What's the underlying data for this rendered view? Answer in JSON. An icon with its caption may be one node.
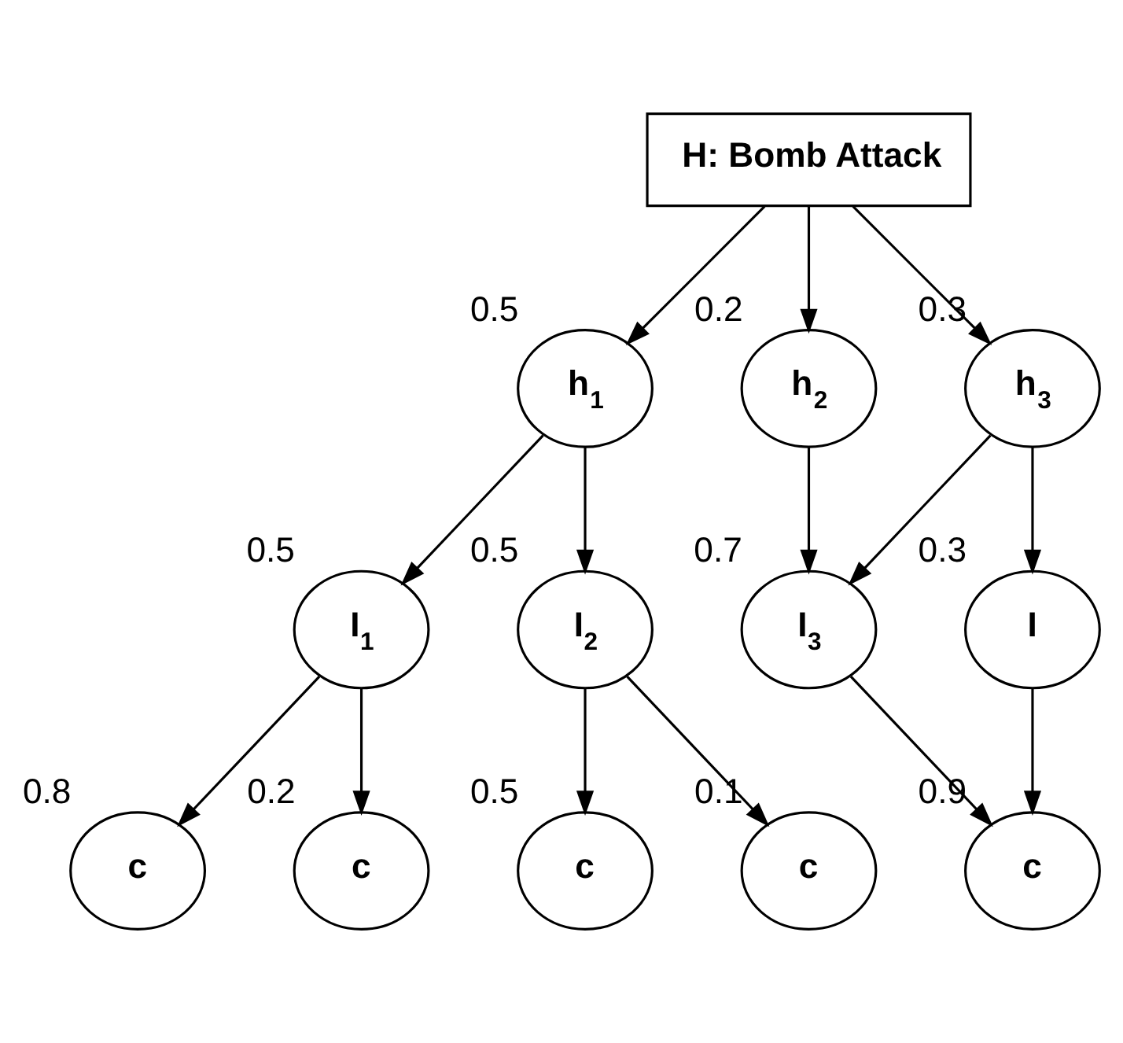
{
  "diagram": {
    "nodes": [
      {
        "text": [
          "H: Bomb Attack"
        ]
      },
      {
        "text": [
          "h$_{1}$"
        ],
        "beside": [
          "0.5"
        ]
      },
      {
        "text": [
          "h$_{2}$"
        ],
        "beside": [
          "0.2"
        ]
      },
      {
        "text": [
          "h$_{3}$"
        ],
        "beside": [
          "0.3"
        ]
      },
      {
        "text": [
          "I$_{1}$"
        ],
        "beside": [
          "0.5"
        ]
      },
      {
        "text": [
          "I$_{2}$"
        ],
        "beside": [
          "0.5"
        ]
      },
      {
        "text": [
          "I$_{3}$"
        ],
        "beside": [
          "0.7"
        ]
      },
      {
        "text": [
          "I"
        ],
        "beside": [
          "0.3"
        ]
      },
      {
        "text": [
          "c"
        ],
        "beside": [
          "0.8"
        ]
      },
      {
        "text": [
          "c"
        ],
        "beside": [
          "0.2"
        ]
      },
      {
        "text": [
          "c"
        ],
        "beside": [
          "0.5"
        ]
      },
      {
        "text": [
          "c"
        ],
        "beside": [
          "0.1"
        ]
      },
      {
        "text": [
          "c"
        ],
        "beside": [
          "0.9"
        ]
      }
    ],
    "edges": [
      {
        "from": 0,
        "to": 1,
        "arrow": "to"
      },
      {
        "from": 0,
        "to": 2,
        "arrow": "to"
      },
      {
        "from": 0,
        "to": 3,
        "arrow": "to"
      },
      {
        "from": 1,
        "to": 4,
        "arrow": "to"
      },
      {
        "from": 1,
        "to": 5,
        "arrow": "to"
      },
      {
        "from": 2,
        "to": 6,
        "arrow": "to"
      },
      {
        "from": 3,
        "to": 6,
        "arrow": "to"
      },
      {
        "from": 3,
        "to": 7,
        "arrow": "to"
      },
      {
        "from": 4,
        "to": 8,
        "arrow": "to"
      },
      {
        "from": 4,
        "to": 9,
        "arrow": "to"
      },
      {
        "from": 5,
        "to": 10,
        "arrow": "to"
      },
      {
        "from": 5,
        "to": 11,
        "arrow": "to"
      },
      {
        "from": 6,
        "to": 12,
        "arrow": "to"
      },
      {
        "from": 7,
        "to": 12,
        "arrow": "to"
      }
    ]
  }
}
